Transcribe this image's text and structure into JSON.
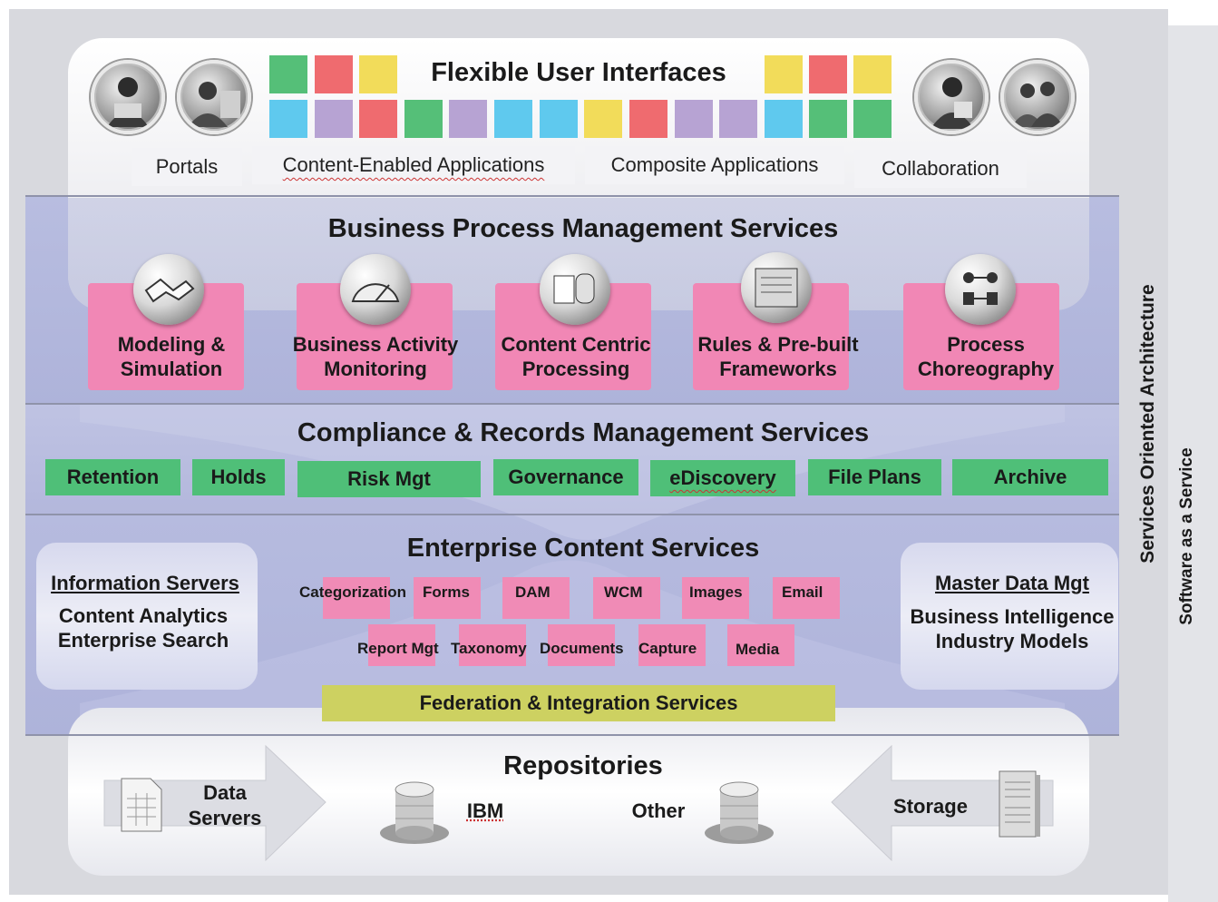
{
  "ui": {
    "title": "Flexible User Interfaces",
    "labels": [
      "Portals",
      "Content-Enabled Applications",
      "Composite Applications",
      "Collaboration"
    ]
  },
  "bpm": {
    "title": "Business Process Management Services",
    "cards": [
      {
        "line1": "Modeling &",
        "line2": "Simulation"
      },
      {
        "line1": "Business Activity",
        "line2": "Monitoring"
      },
      {
        "line1": "Content Centric",
        "line2": "Processing"
      },
      {
        "line1": "Rules & Pre-built",
        "line2": "Frameworks"
      },
      {
        "line1": "Process",
        "line2": "Choreography"
      }
    ]
  },
  "compliance": {
    "title": "Compliance & Records Management Services",
    "items": [
      "Retention",
      "Holds",
      "Risk Mgt",
      "Governance",
      "eDiscovery",
      "File Plans",
      "Archive"
    ]
  },
  "ecs": {
    "title": "Enterprise Content Services",
    "row1": [
      "Categorization",
      "Forms",
      "DAM",
      "WCM",
      "Images",
      "Email"
    ],
    "row2": [
      "Report Mgt",
      "Taxonomy",
      "Documents",
      "Capture",
      "Media"
    ],
    "left": {
      "heading": "Information Servers",
      "line1": "Content Analytics",
      "line2": "Enterprise Search"
    },
    "right": {
      "heading": "Master Data Mgt",
      "line1": "Business Intelligence",
      "line2": "Industry Models"
    },
    "federation": "Federation & Integration Services"
  },
  "repositories": {
    "title": "Repositories",
    "data_servers_line1": "Data",
    "data_servers_line2": "Servers",
    "ibm": "IBM",
    "other": "Other",
    "storage": "Storage"
  },
  "side": {
    "soa": "Services Oriented Architecture",
    "saas": "Software as a Service"
  },
  "colors": {
    "tile_green": "#55bf78",
    "tile_red": "#ef6b6f",
    "tile_yellow": "#f2dc5a",
    "tile_blue": "#5fc9ee",
    "tile_purple": "#b7a3d3",
    "pink": "#f187b5",
    "green_box": "#4fbf78",
    "federation": "#cdd161"
  }
}
